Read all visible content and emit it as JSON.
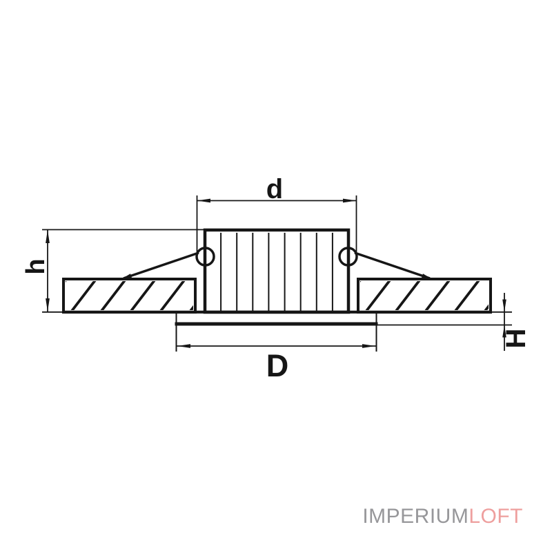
{
  "diagram": {
    "name": "recessed-spotlight-dimension-drawing",
    "labels": {
      "dim_top": "d",
      "dim_left": "h",
      "dim_bottom": "D",
      "dim_right": "H"
    }
  },
  "watermark": {
    "brand_primary": "IMPERIUM",
    "brand_accent": "LOFT",
    "primary_color": "#97979a",
    "accent_color": "#ee9f9e"
  },
  "colors": {
    "line": "#161616",
    "background": "#ffffff"
  }
}
